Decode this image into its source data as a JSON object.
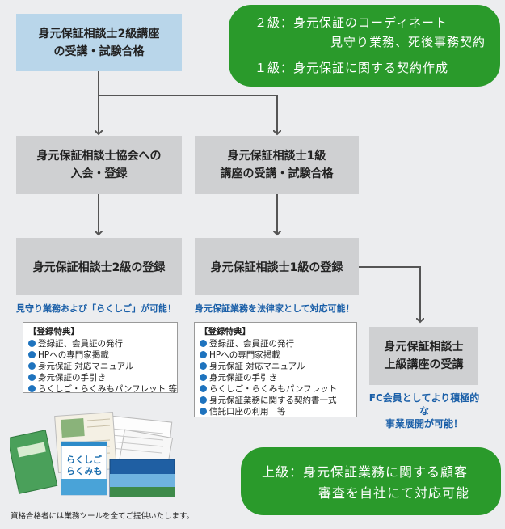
{
  "top_box": "身元保証相談士2級講座\nの受講・試験合格",
  "grade2_join": "身元保証相談士協会への\n入会・登録",
  "grade1_course": "身元保証相談士1級\n講座の受講・試験合格",
  "grade2_reg": "身元保証相談士2級の登録",
  "grade1_reg": "身元保証相談士1級の登録",
  "upper_course": "身元保証相談士\n上級講座の受講",
  "green_top": {
    "line1": "２級：身元保証のコーディネート",
    "line2": "見守り業務、死後事務契約",
    "line3": "１級：身元保証に関する契約作成"
  },
  "green_bottom": {
    "line1": "上級：身元保証業務に関する顧客",
    "line2": "審査を自社にて対応可能"
  },
  "grade2_lead": "見守り業務および「らくしご」が可能！",
  "grade1_lead": "身元保証業務を法律家として対応可能！",
  "grade2_benefits": {
    "title": "【登録特典】",
    "items": [
      "登録証、会員証の発行",
      "HPへの専門家掲載",
      "身元保証 対応マニュアル",
      "身元保証の手引き",
      "らくしご・らくみもパンフレット 等"
    ]
  },
  "grade1_benefits": {
    "title": "【登録特典】",
    "items": [
      "登録証、会員証の発行",
      "HPへの専門家掲載",
      "身元保証 対応マニュアル",
      "身元保証の手引き",
      "らくしご・らくみもパンフレット",
      "身元保証業務に関する契約書一式",
      "信託口座の利用　等"
    ]
  },
  "fc_text": "FC会員としてより積極的な\n事業展開が可能！",
  "footer_note": "資格合格者には業務ツールを全てご提供いたします。",
  "brochure": {
    "cover1": "らくしご",
    "cover2": "らくみも"
  },
  "colors": {
    "green": "#2a9a2b",
    "box_gray": "#cfd0d2",
    "box_blue": "#b9d6ea",
    "arrow": "#555555",
    "lead_blue": "#1a5fa8"
  }
}
